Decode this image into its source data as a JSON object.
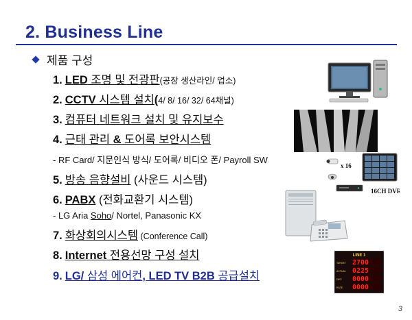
{
  "title": "2. Business Line",
  "bullet": "제품 구성",
  "items": [
    {
      "num": "1.",
      "p1": "LED",
      "p2": " 조명 및 전광판",
      "p3": "(공장 생산라인/ 업소)"
    },
    {
      "num": "2.",
      "p1": "CCTV",
      "p2": " 시스템 설치",
      "p3": "(",
      "p4": "4/ 8/ 16/ 32/ 64채널)"
    },
    {
      "num": "3.",
      "p1": "컴퓨터 네트워크 설치 및 유지보수"
    },
    {
      "num": "4.",
      "p1": "근태 관리 ",
      "p2": "&",
      "p3": " 도어록 보안시스템"
    },
    {
      "num": "5.",
      "p1": "방송 음향설비",
      "p2": " (사운드 시스템)"
    },
    {
      "num": "6.",
      "p1": "PABX",
      "p2": " (전화교환기 시스템)"
    },
    {
      "num": "7.",
      "p1": "화상회의시스템",
      "p2": " (Conference Call)"
    },
    {
      "num": "8.",
      "p1": "Internet",
      "p2": " 전용선망 구성 설치"
    },
    {
      "num": "9.",
      "p1": "LG/",
      "p2": " 삼성 에어컨",
      "p3": ", LED TV B2B",
      "p4": " 공급설치"
    }
  ],
  "sub4": "- RF Card/ 지문인식 방식/ 도어록/ 비디오 폰/ Payroll SW",
  "sub6": {
    "a": "- LG Aria ",
    "b": "Soho",
    "c": "/ Nortel, Panasonic KX"
  },
  "dvr": {
    "x16": "x 16",
    "label": "16CH DVR"
  },
  "counter": {
    "header": "LINE 1",
    "values": [
      "2700",
      "0225",
      "0000",
      "0000"
    ],
    "row_labels": [
      "TARGET",
      "ACTUAL",
      "DIFF",
      "RATE"
    ]
  },
  "page_number": "3"
}
